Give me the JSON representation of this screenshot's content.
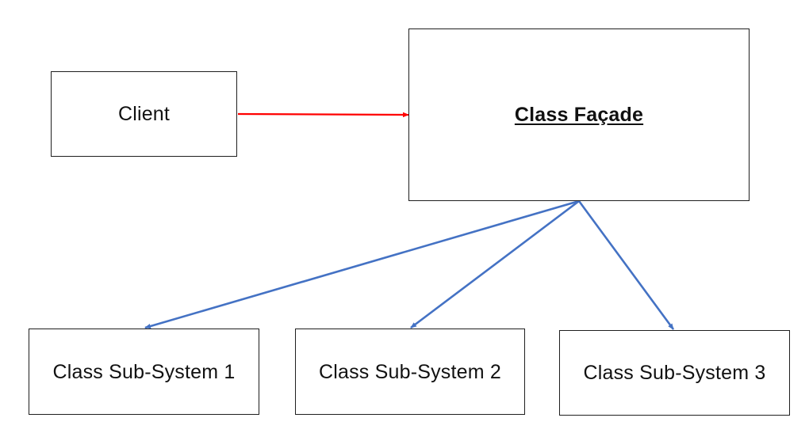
{
  "diagram": {
    "nodes": {
      "client": "Client",
      "facade": "Class Façade",
      "subsystem_1": "Class Sub-System 1",
      "subsystem_2": "Class Sub-System 2",
      "subsystem_3": "Class Sub-System 3"
    },
    "edges": [
      {
        "from": "client",
        "to": "facade",
        "color": "#ff0000"
      },
      {
        "from": "facade",
        "to": "subsystem_1",
        "color": "#4472c4"
      },
      {
        "from": "facade",
        "to": "subsystem_2",
        "color": "#4472c4"
      },
      {
        "from": "facade",
        "to": "subsystem_3",
        "color": "#4472c4"
      }
    ]
  }
}
